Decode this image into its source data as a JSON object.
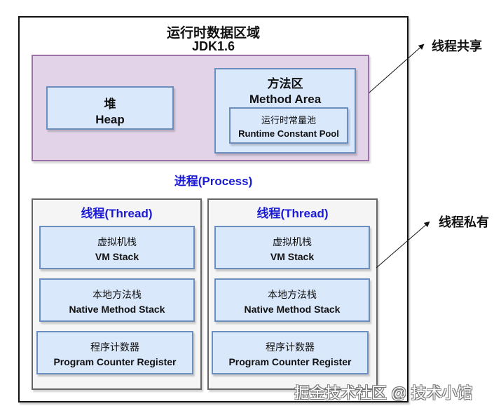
{
  "diagram": {
    "title": "运行时数据区域",
    "subtitle": "JDK1.6",
    "shared_region": {
      "heap": {
        "zh": "堆",
        "en": "Heap"
      },
      "method_area": {
        "zh": "方法区",
        "en": "Method Area",
        "runtime_constant_pool": {
          "zh": "运行时常量池",
          "en": "Runtime Constant Pool"
        }
      }
    },
    "process_label": "进程(Process)",
    "threads": [
      {
        "title": "线程(Thread)",
        "areas": [
          {
            "zh": "虚拟机栈",
            "en": "VM Stack"
          },
          {
            "zh": "本地方法栈",
            "en": "Native Method Stack"
          },
          {
            "zh": "程序计数器",
            "en": "Program Counter Register"
          }
        ]
      },
      {
        "title": "线程(Thread)",
        "areas": [
          {
            "zh": "虚拟机栈",
            "en": "VM Stack"
          },
          {
            "zh": "本地方法栈",
            "en": "Native Method Stack"
          },
          {
            "zh": "程序计数器",
            "en": "Program Counter Register"
          }
        ]
      }
    ],
    "annotations": {
      "shared": "线程共享",
      "private": "线程私有"
    },
    "colors": {
      "shared_fill": "#e2d3e8",
      "shared_border": "#9a72a8",
      "area_fill": "#dae8fc",
      "area_border": "#6c8ebf",
      "thread_fill": "#f5f5f5",
      "thread_border": "#666666",
      "accent_text": "#1a1ad6"
    }
  },
  "watermark": "掘金技术社区 @ 技术小馆"
}
